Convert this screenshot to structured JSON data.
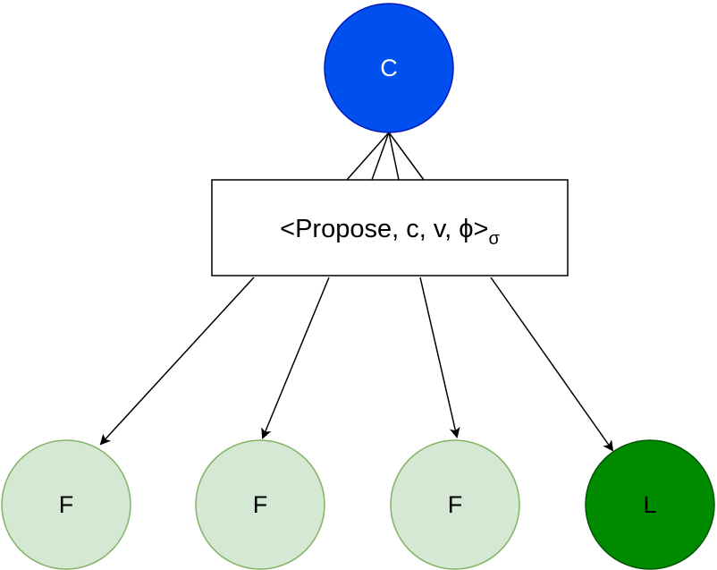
{
  "diagram": {
    "coordinator": {
      "label": "C",
      "fill": "#0050ef",
      "stroke": "#001dbc",
      "text_color": "#ffffff"
    },
    "message": {
      "label": "<Propose, c, v, ϕ>",
      "subscript": "σ",
      "fill": "#ffffff",
      "stroke": "#000000"
    },
    "followers": [
      {
        "label": "F",
        "fill": "#d5e8d4",
        "stroke": "#82b366",
        "text_color": "#000000"
      },
      {
        "label": "F",
        "fill": "#d5e8d4",
        "stroke": "#82b366",
        "text_color": "#000000"
      },
      {
        "label": "F",
        "fill": "#d5e8d4",
        "stroke": "#82b366",
        "text_color": "#000000"
      }
    ],
    "leader": {
      "label": "L",
      "fill": "#008a00",
      "stroke": "#005700",
      "text_color": "#000000"
    },
    "edge_color": "#000000"
  }
}
